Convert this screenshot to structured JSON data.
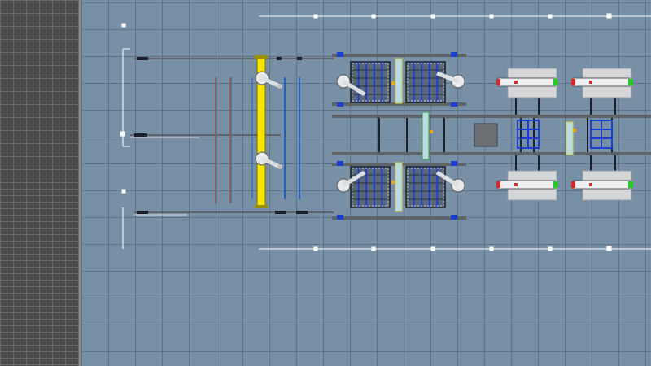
{
  "scene": {
    "title": "",
    "colors": {
      "canvas": "#7890a5",
      "grid_line": "#5d7187",
      "side_panel": "#4a4a4a",
      "rail": "#5e6368",
      "conveyor_yellow": "#f5e400",
      "fixture_blue": "#1c3fd0",
      "machine_grey": "#d4d6d8",
      "status_green": "#28c828",
      "status_red": "#d42a2a",
      "pallet_dark": "#6b6f74"
    },
    "objects": [
      "robot-cell",
      "transfer-rail",
      "fixture-station",
      "processing-machine",
      "glass-panel",
      "pallet"
    ]
  }
}
